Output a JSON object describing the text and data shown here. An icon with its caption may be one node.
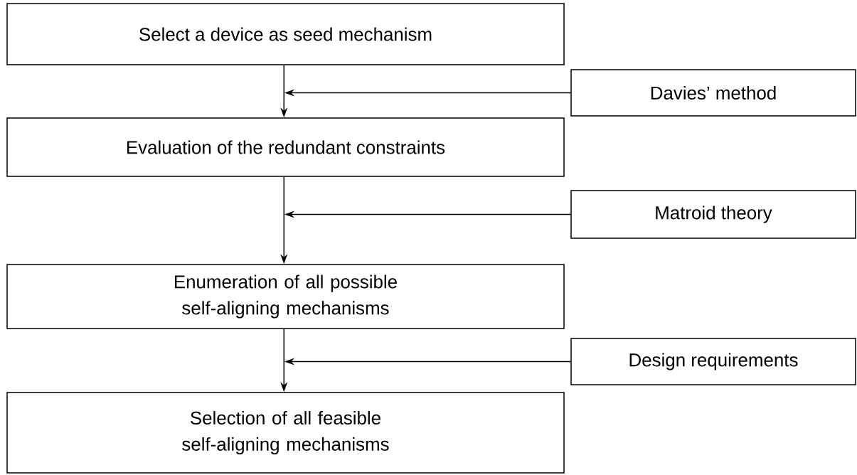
{
  "diagram": {
    "nodes": [
      {
        "text": [
          "Select a device as seed mechanism"
        ]
      },
      {
        "text": [
          "Davies’ method"
        ]
      },
      {
        "text": [
          "Evaluation of the redundant constraints"
        ]
      },
      {
        "text": [
          "Matroid theory"
        ]
      },
      {
        "text": [
          "Enumeration of all possible self-aligning mechanisms"
        ]
      },
      {
        "text": [
          "Design requirements"
        ]
      },
      {
        "text": [
          "Selection of all feasible self-aligning mechanisms"
        ]
      }
    ],
    "edges": [
      {
        "from": 0,
        "to": 2,
        "arrow": "to"
      },
      {
        "from": 1,
        "to": null,
        "arrow": "to"
      },
      {
        "from": 2,
        "to": 4,
        "arrow": "to"
      },
      {
        "from": 3,
        "to": null,
        "arrow": "to"
      },
      {
        "from": 4,
        "to": 6,
        "arrow": "to"
      },
      {
        "from": 5,
        "to": null,
        "arrow": "to"
      }
    ]
  }
}
